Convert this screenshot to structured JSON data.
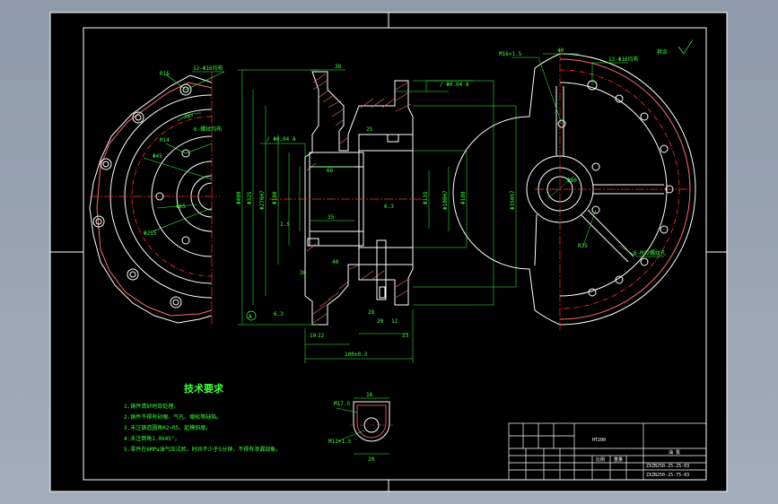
{
  "colors": {
    "background": "#97a2b1",
    "paper": "#000000",
    "outline": "#ffffff",
    "geometry": "#ffffff",
    "dimension": "#3cff3c",
    "hatch": "#ff6a6a",
    "center_line": "#ff3030",
    "text_yellow": "#ffff3a"
  },
  "left_view": {
    "labels": {
      "r16": "R16",
      "holes_12": "12-Φ16均布",
      "angle_30": "30°",
      "r14": "R14",
      "holes_6": "6-螺纹均布",
      "phi45": "Φ45",
      "phi65": "Φ65",
      "phi255": "Φ255"
    }
  },
  "section_view": {
    "labels": {
      "d38": "38",
      "tol_flat": "/ Φ0.04 A",
      "tol_small": "/ Φ0.04 A",
      "d25": "25",
      "d66": "66",
      "d35": "35",
      "d1": "Φ400",
      "d2": "Φ325",
      "d3": "Φ270H7",
      "d4": "Φ180",
      "d5": "Φ135",
      "d6": "Φ100H7",
      "d7": "Φ180",
      "d8": "Φ350h7",
      "d25b": "2.5",
      "ra63": "6.3",
      "d30": "30",
      "d40": "40",
      "d28": "28",
      "d10": "10",
      "d22": "22",
      "d20": "20",
      "d12": "12",
      "d23": "23",
      "d100": "100±0.3",
      "datum_a": "A",
      "ra63b": "6.3"
    }
  },
  "right_view": {
    "labels": {
      "m16": "M16×1.5",
      "d40": "40",
      "holes": "12-Φ16均布",
      "phi80": "Φ80",
      "r35": "R35",
      "holes_m": "6-M12螺纹孔",
      "rest": "其余"
    }
  },
  "tech_requirements": {
    "title": "技术要求",
    "items": [
      "1.铸件清砂时效处理。",
      "2.铸件不得有砂眼、气孔、缩松等缺陷。",
      "3.未注铸造圆角R2~R5，起模斜度。",
      "4.未注倒角1.0X45°。",
      "5.零件在6MPa油气压试验，时间不少于5分钟，不得有渗漏现象。"
    ]
  },
  "detail_view": {
    "labels": {
      "m17": "M17.5",
      "d16": "16",
      "m12": "M12×1.5",
      "d20": "20"
    }
  },
  "title_block": {
    "material": "HT200",
    "part_name": "油 泵",
    "code1": "ZXZB250-25-25-03",
    "code2": "ZXZB250-25-75-03",
    "scale_label": "比例",
    "weight_label": "重量"
  }
}
